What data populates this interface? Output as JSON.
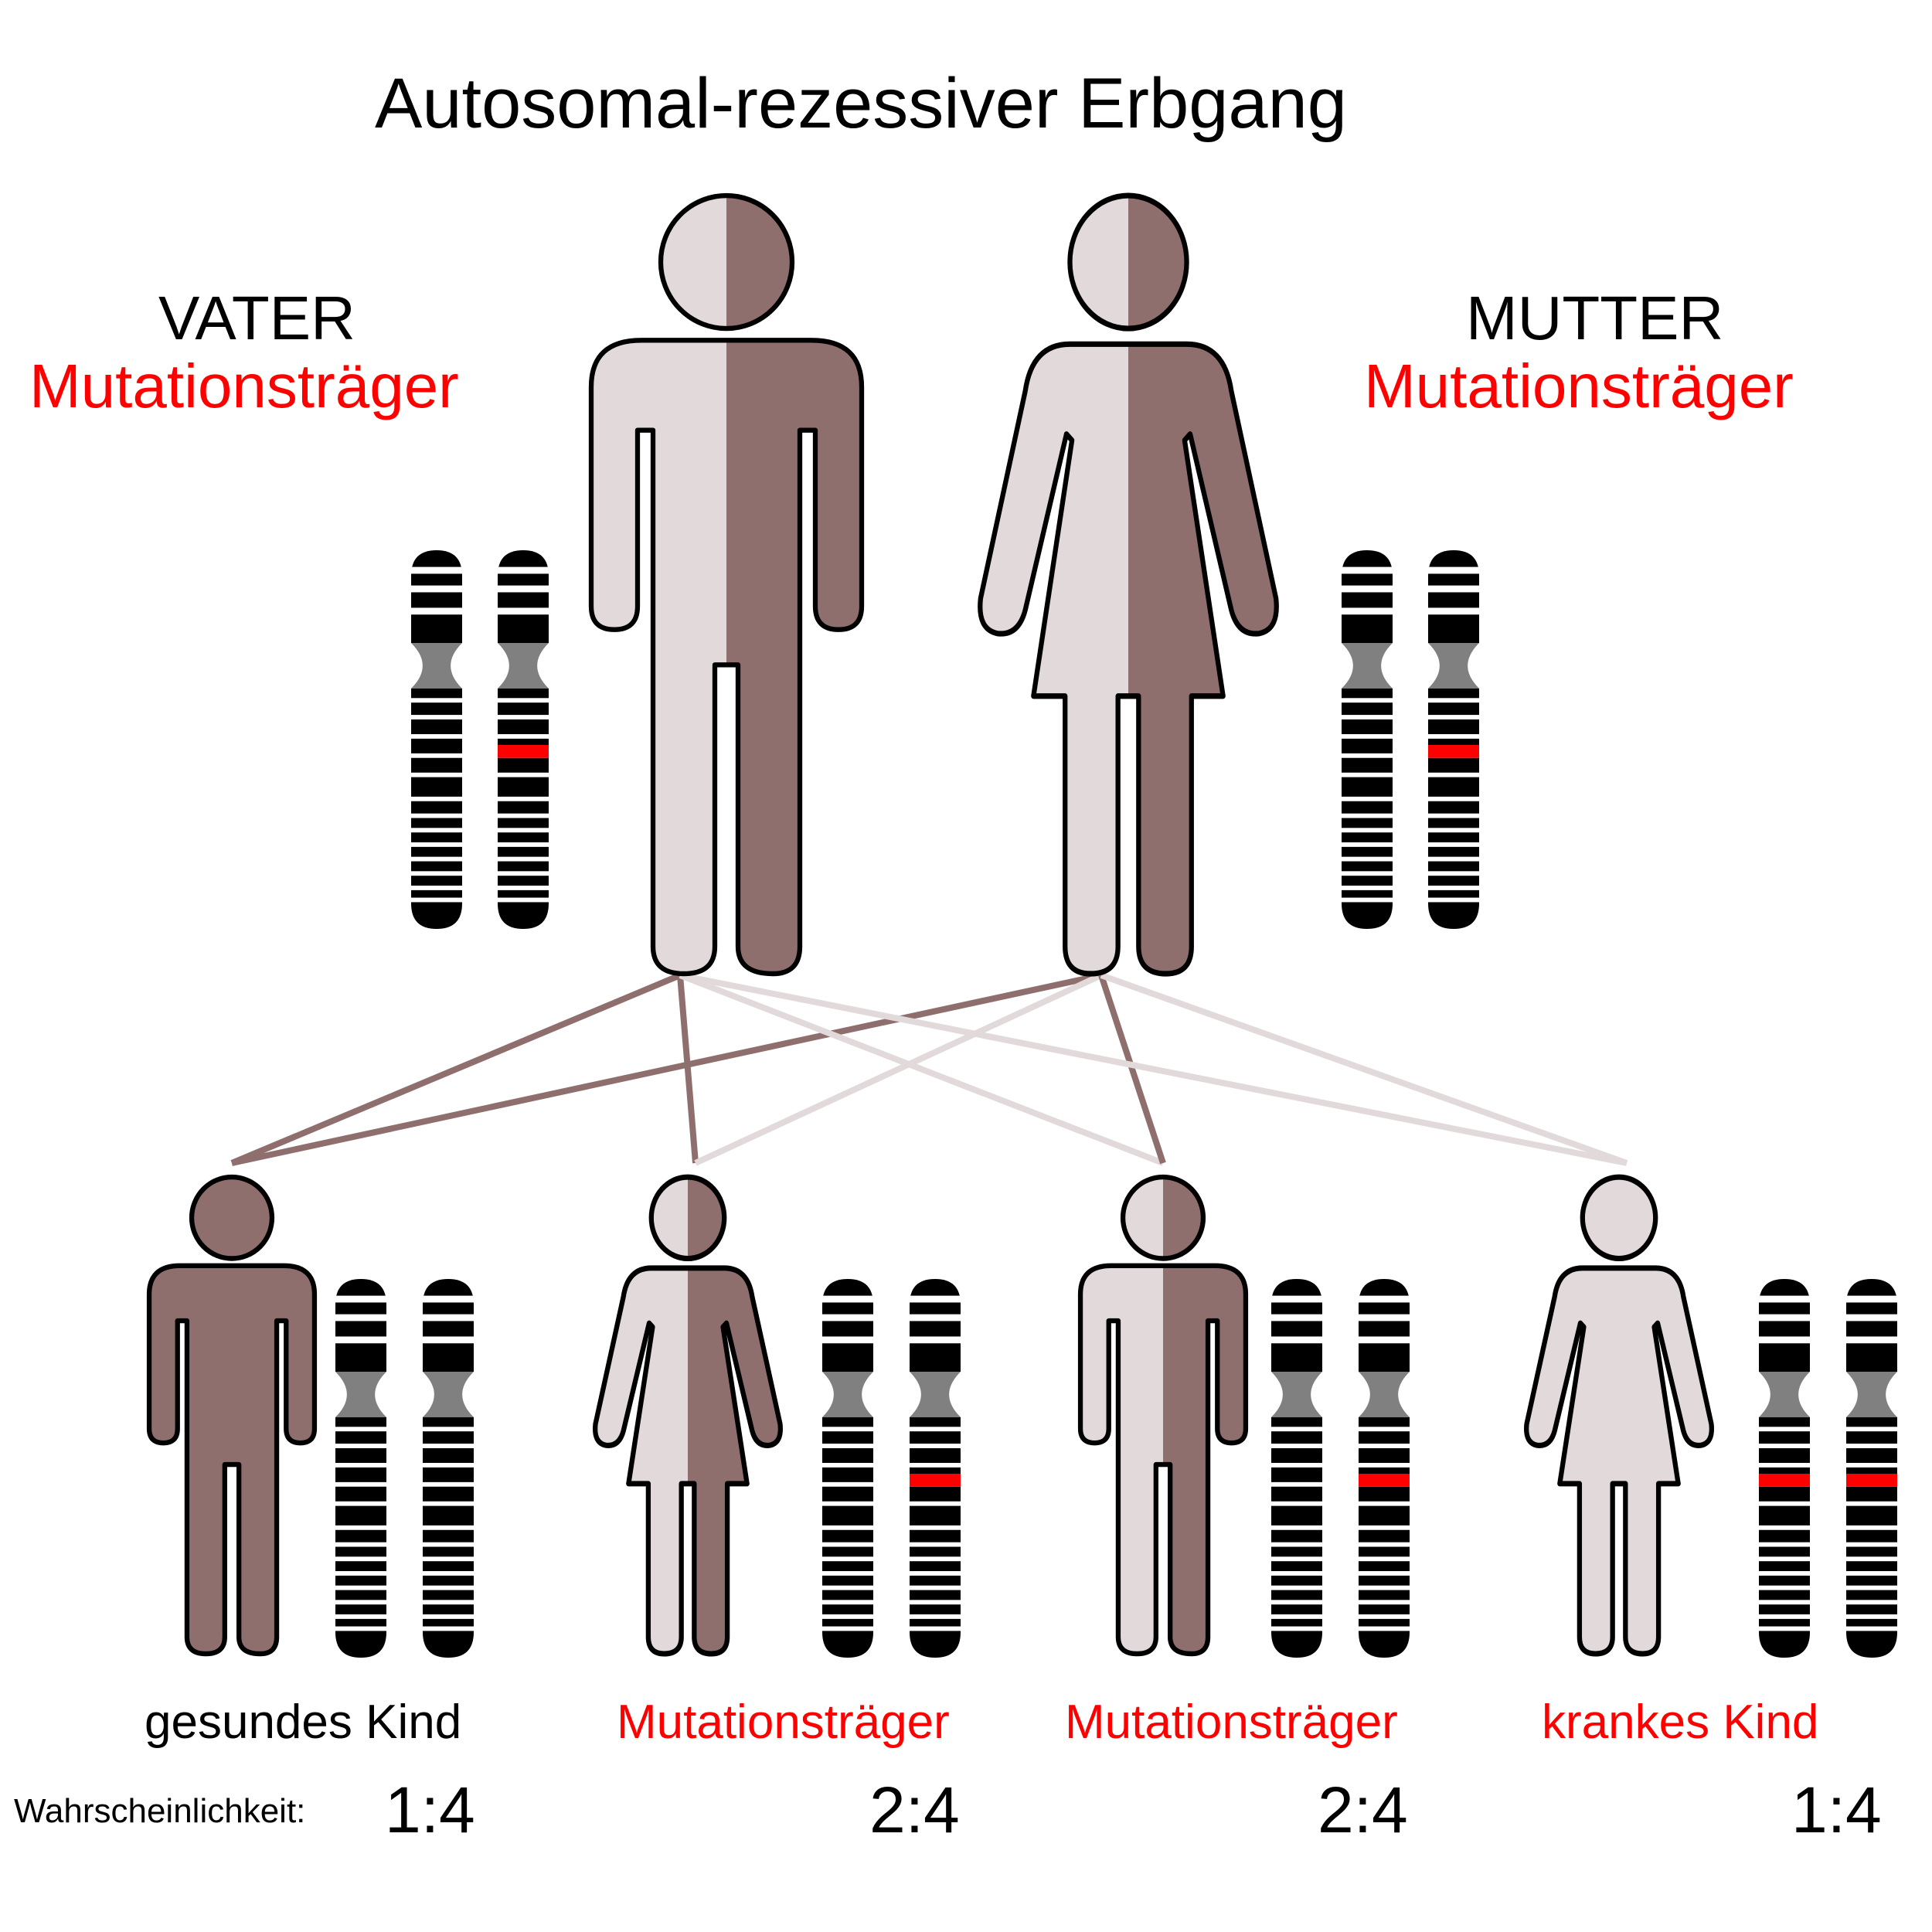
{
  "title": "Autosomal-rezessiver Erbgang",
  "colors": {
    "healthy": "#e2dada",
    "mutated": "#8f6f6e",
    "outline": "#000000",
    "mutation_band": "#ff0000",
    "centromere": "#808080",
    "label_red": "#ff0000"
  },
  "parents": {
    "father": {
      "role": "VATER",
      "status": "Mutationsträger",
      "icon": "male-figure-icon"
    },
    "mother": {
      "role": "MUTTER",
      "status": "Mutationsträger",
      "icon": "female-figure-icon"
    }
  },
  "children": [
    {
      "label": "gesundes Kind",
      "ratio": "1:4",
      "label_color": "#000000",
      "fill": "mutated"
    },
    {
      "label": "Mutationsträger",
      "ratio": "2:4",
      "label_color": "#ff0000",
      "fill": "split"
    },
    {
      "label": "Mutationsträger",
      "ratio": "2:4",
      "label_color": "#ff0000",
      "fill": "split"
    },
    {
      "label": "krankes Kind",
      "ratio": "1:4",
      "label_color": "#ff0000",
      "fill": "healthy"
    }
  ],
  "probability_label": "Wahrscheinlichkeit:"
}
